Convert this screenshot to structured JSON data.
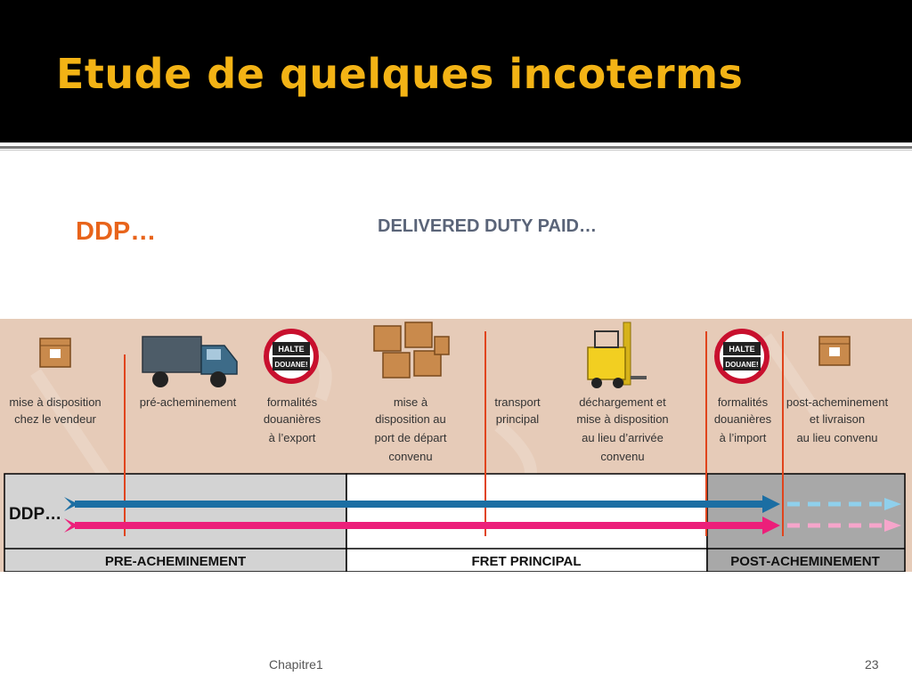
{
  "slide": {
    "title": "Etude de quelques incoterms",
    "heading": "DDP…",
    "subtitle": "DELIVERED DUTY PAID…",
    "footer_left": "Chapitre1",
    "page_number": "23"
  },
  "diagram": {
    "steps": [
      {
        "lines": [
          "mise à disposition",
          "chez le vendeur"
        ],
        "icon": "package-icon"
      },
      {
        "lines": [
          "pré-acheminement"
        ],
        "icon": "truck-icon"
      },
      {
        "lines": [
          "formalités",
          "douanières",
          "à l’export"
        ],
        "icon": "customs-stop-sign-icon",
        "sign_lines": [
          "HALTE",
          "DOUANE!"
        ]
      },
      {
        "lines": [
          "mise à",
          "disposition au",
          "port de départ",
          "convenu"
        ],
        "icon": "packages-icon"
      },
      {
        "lines": [
          "transport",
          "principal"
        ],
        "icon": ""
      },
      {
        "lines": [
          "déchargement et",
          "mise à disposition",
          "au lieu d’arrivée",
          "convenu"
        ],
        "icon": "forklift-icon"
      },
      {
        "lines": [
          "formalités",
          "douanières",
          "à l’import"
        ],
        "icon": "customs-stop-sign-icon",
        "sign_lines": [
          "HALTE",
          "DOUANE!"
        ]
      },
      {
        "lines": [
          "post-acheminement",
          "et livraison",
          "au lieu convenu"
        ],
        "icon": "package-icon"
      }
    ],
    "row_label": "DDP…",
    "sections": [
      "PRE-ACHEMINEMENT",
      "FRET PRINCIPAL",
      "POST-ACHEMINEMENT"
    ],
    "colors": {
      "background": "#e6cbb8",
      "risk_arrow": "#1b6ea3",
      "cost_arrow": "#ec1f7a",
      "risk_arrow_dashed": "#8fd0ec",
      "cost_arrow_dashed": "#f6a5cb",
      "divider": "#e0441c",
      "band_gray": "#d3d3d3",
      "band_white": "#ffffff",
      "band_dark": "#a8a8a8",
      "sign_red": "#c8102e"
    }
  }
}
